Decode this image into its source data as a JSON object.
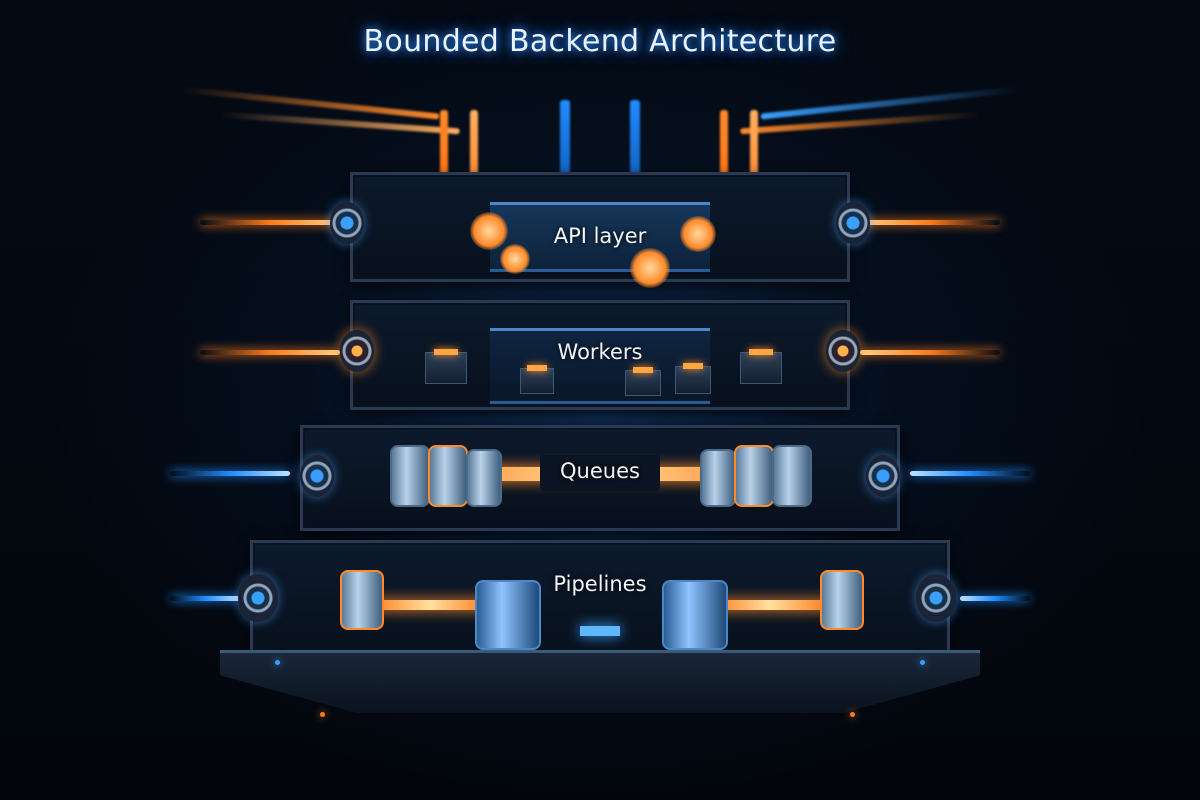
{
  "title": "Bounded Backend Architecture",
  "diagram": {
    "type": "stacked-layers",
    "layers": [
      {
        "id": "api",
        "label": "API layer",
        "accent": "#ff8a2a",
        "side_beams": "orange"
      },
      {
        "id": "workers",
        "label": "Workers",
        "accent": "#ff8a2a",
        "side_beams": "orange"
      },
      {
        "id": "queues",
        "label": "Queues",
        "accent": "#ff8a2a",
        "side_beams": "blue"
      },
      {
        "id": "pipelines",
        "label": "Pipelines",
        "accent": "#3aa0ff",
        "side_beams": "blue"
      }
    ],
    "order": "top-to-bottom"
  },
  "colors": {
    "background": "#03070d",
    "orange_glow": "#ff7a1a",
    "blue_glow": "#1f8cff",
    "title_glow": "#2f8cff",
    "text": "#f2f6fb"
  }
}
